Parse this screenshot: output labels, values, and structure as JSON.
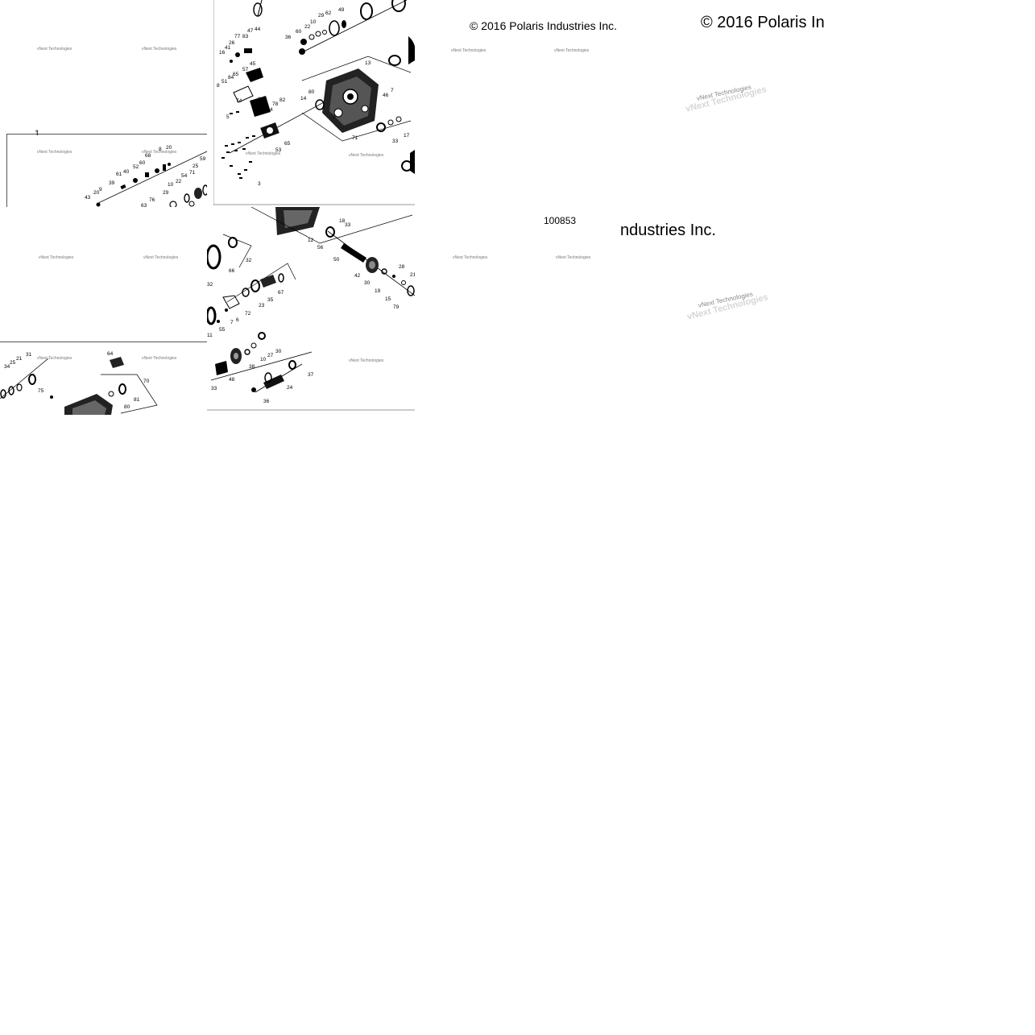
{
  "copyright": {
    "small": "© 2016 Polaris Industries Inc.",
    "large": "© 2016 Polaris In",
    "fragment": "ndustries Inc."
  },
  "figure_number": "100853",
  "section_label": "1",
  "watermark": "vNext Technologies",
  "callouts": {
    "tile_top_right": [
      "49",
      "62",
      "29",
      "10",
      "22",
      "60",
      "36",
      "47",
      "44",
      "77",
      "83",
      "26",
      "41",
      "16",
      "45",
      "57",
      "65",
      "84",
      "51",
      "8",
      "74",
      "38",
      "13",
      "7",
      "46",
      "80",
      "14",
      "2",
      "82",
      "78",
      "4",
      "5",
      "53",
      "65",
      "71",
      "33",
      "17",
      "3"
    ],
    "tile_top_left": [
      "20",
      "8",
      "59",
      "25",
      "71",
      "54",
      "22",
      "10",
      "29",
      "76",
      "63",
      "39",
      "40",
      "52",
      "60",
      "68",
      "61",
      "9",
      "20",
      "43"
    ],
    "tile_mid": [
      "18",
      "33",
      "12",
      "56",
      "50",
      "42",
      "30",
      "19",
      "15",
      "79",
      "28",
      "21",
      "66",
      "32",
      "67",
      "35",
      "23",
      "72",
      "6",
      "7",
      "55",
      "11",
      "32"
    ],
    "tile_bottom_left": [
      "31",
      "21",
      "25",
      "34",
      "64",
      "70",
      "75",
      "81",
      "80"
    ],
    "tile_bottom_mid": [
      "30",
      "27",
      "10",
      "38",
      "48",
      "33",
      "37",
      "24",
      "36"
    ]
  }
}
